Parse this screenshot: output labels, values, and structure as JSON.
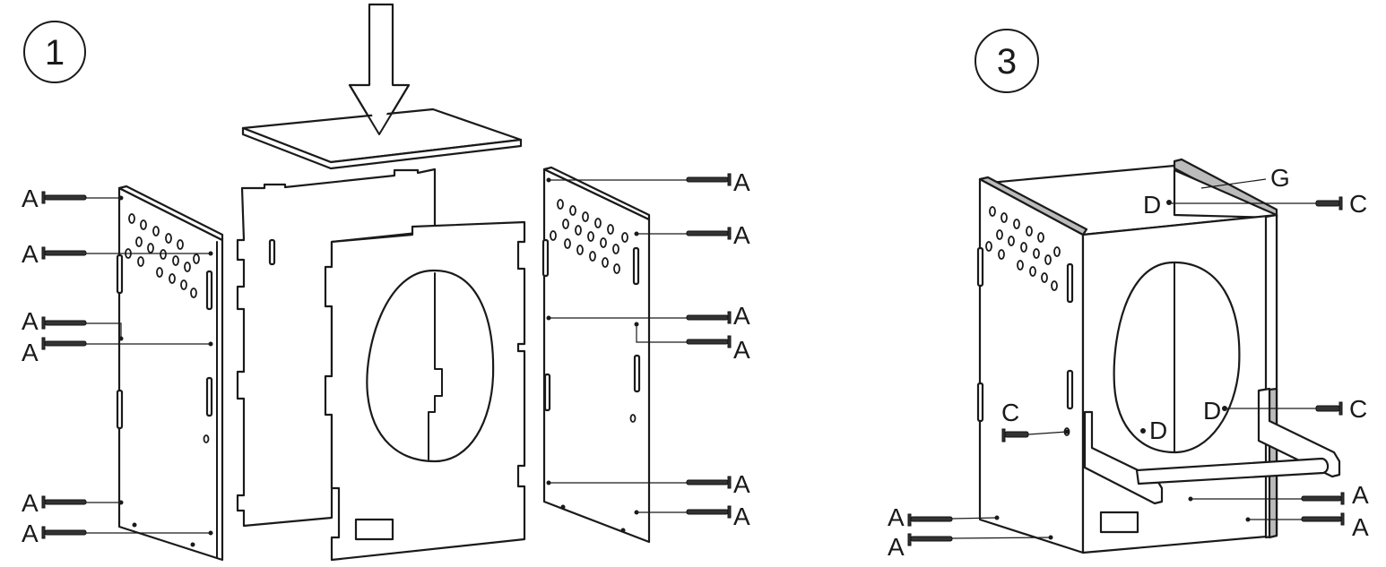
{
  "steps": [
    {
      "number": "1"
    },
    {
      "number": "3"
    }
  ],
  "labels": {
    "screw_a": "A",
    "screw_c": "C",
    "hole_d": "D",
    "rail_g": "G"
  }
}
